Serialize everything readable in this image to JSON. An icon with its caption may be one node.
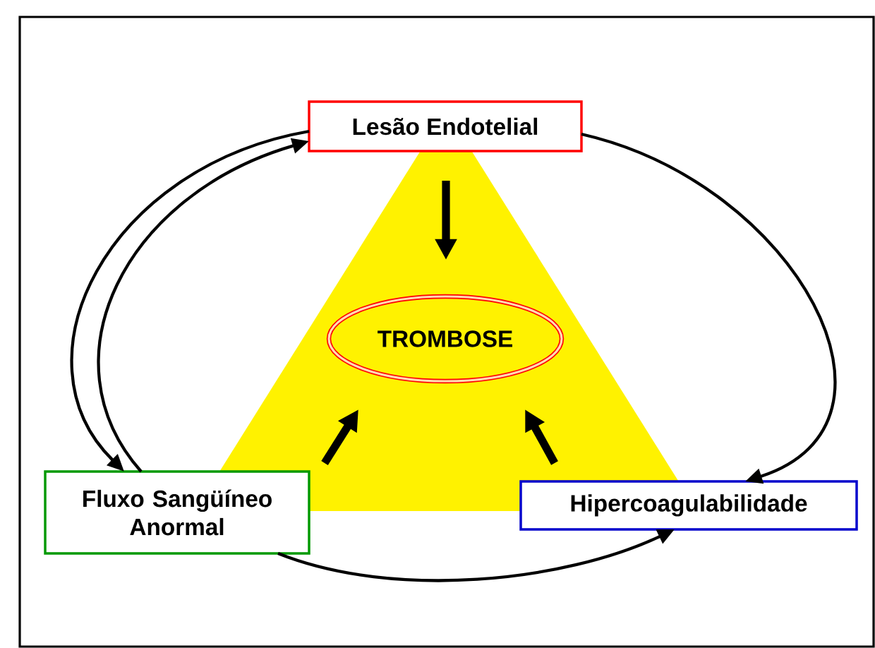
{
  "diagram": {
    "nodes": [
      {
        "text": [
          "Lesão Endotelial"
        ]
      },
      {
        "text": [
          "TROMBOSE"
        ]
      },
      {
        "text": [
          "Fluxo Sangüíneo Anormal"
        ]
      },
      {
        "text": [
          "Hipercoagulabilidade"
        ]
      }
    ],
    "edges": [
      {
        "from": 0,
        "to": 1,
        "arrow": "to",
        "style": "thick"
      },
      {
        "from": 2,
        "to": 1,
        "arrow": "to",
        "style": "thick"
      },
      {
        "from": 3,
        "to": 1,
        "arrow": "to",
        "style": "thick"
      },
      {
        "from": 0,
        "to": 2,
        "arrow": "to"
      },
      {
        "from": 2,
        "to": 0,
        "arrow": "to"
      },
      {
        "from": 0,
        "to": 3,
        "arrow": "to"
      },
      {
        "from": 2,
        "to": 3,
        "arrow": "to"
      }
    ]
  }
}
